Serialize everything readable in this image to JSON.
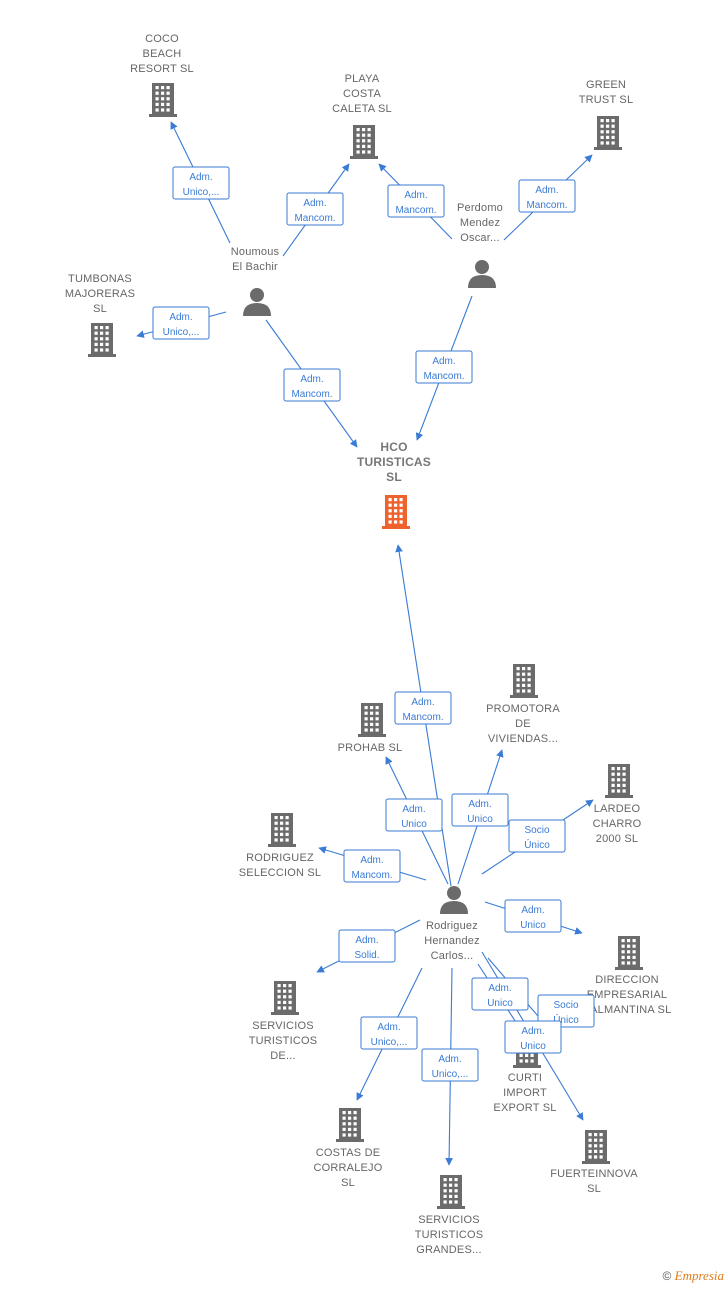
{
  "colors": {
    "edge": "#3a7bd5",
    "company": "#6b6b6b",
    "focus": "#f0622d",
    "person": "#6b6b6b"
  },
  "nodes": [
    {
      "id": "coco",
      "kind": "company",
      "label": [
        "COCO",
        "BEACH",
        "RESORT  SL"
      ],
      "icon": "building-icon"
    },
    {
      "id": "playa",
      "kind": "company",
      "label": [
        "PLAYA",
        "COSTA",
        "CALETA  SL"
      ],
      "icon": "building-icon"
    },
    {
      "id": "green",
      "kind": "company",
      "label": [
        "GREEN",
        "TRUST  SL"
      ],
      "icon": "building-icon"
    },
    {
      "id": "tumbonas",
      "kind": "company",
      "label": [
        "TUMBONAS",
        "MAJORERAS",
        "SL"
      ],
      "icon": "building-icon"
    },
    {
      "id": "noumous",
      "kind": "person",
      "label": [
        "Noumous",
        "El Bachir"
      ],
      "icon": "person-icon"
    },
    {
      "id": "perdomo",
      "kind": "person",
      "label": [
        "Perdomo",
        "Mendez",
        "Oscar..."
      ],
      "icon": "person-icon"
    },
    {
      "id": "hco",
      "kind": "focus",
      "label": [
        "HCO",
        "TURISTICAS",
        "SL"
      ],
      "icon": "building-icon"
    },
    {
      "id": "prohab",
      "kind": "company",
      "label": [
        "PROHAB  SL"
      ],
      "icon": "building-icon"
    },
    {
      "id": "promotora",
      "kind": "company",
      "label": [
        "PROMOTORA",
        "DE",
        "VIVIENDAS..."
      ],
      "icon": "building-icon"
    },
    {
      "id": "lardeo",
      "kind": "company",
      "label": [
        "LARDEO",
        "CHARRO",
        "2000  SL"
      ],
      "icon": "building-icon"
    },
    {
      "id": "rodsel",
      "kind": "company",
      "label": [
        "RODRIGUEZ",
        "SELECCION  SL"
      ],
      "icon": "building-icon"
    },
    {
      "id": "rodriguez",
      "kind": "person",
      "label": [
        "Rodriguez",
        "Hernandez",
        "Carlos..."
      ],
      "icon": "person-icon"
    },
    {
      "id": "direccion",
      "kind": "company",
      "label": [
        "DIRECCION",
        "EMPRESARIAL",
        "SALMANTINA SL"
      ],
      "icon": "building-icon"
    },
    {
      "id": "servde",
      "kind": "company",
      "label": [
        "SERVICIOS",
        "TURISTICOS",
        "DE..."
      ],
      "icon": "building-icon"
    },
    {
      "id": "curti",
      "kind": "company",
      "label": [
        "CURTI",
        "IMPORT",
        "EXPORT  SL"
      ],
      "icon": "building-icon"
    },
    {
      "id": "costas",
      "kind": "company",
      "label": [
        "COSTAS DE",
        "CORRALEJO",
        "SL"
      ],
      "icon": "building-icon"
    },
    {
      "id": "fuerte",
      "kind": "company",
      "label": [
        "FUERTEINNOVA",
        "SL"
      ],
      "icon": "building-icon"
    },
    {
      "id": "servgr",
      "kind": "company",
      "label": [
        "SERVICIOS",
        "TURISTICOS",
        "GRANDES..."
      ],
      "icon": "building-icon"
    }
  ],
  "edges": [
    {
      "from": "noumous",
      "to": "coco",
      "label": [
        "Adm.",
        "Unico,..."
      ]
    },
    {
      "from": "noumous",
      "to": "playa",
      "label": [
        "Adm.",
        "Mancom."
      ]
    },
    {
      "from": "perdomo",
      "to": "playa",
      "label": [
        "Adm.",
        "Mancom."
      ]
    },
    {
      "from": "perdomo",
      "to": "green",
      "label": [
        "Adm.",
        "Mancom."
      ]
    },
    {
      "from": "noumous",
      "to": "tumbonas",
      "label": [
        "Adm.",
        "Unico,..."
      ]
    },
    {
      "from": "noumous",
      "to": "hco",
      "label": [
        "Adm.",
        "Mancom."
      ]
    },
    {
      "from": "perdomo",
      "to": "hco",
      "label": [
        "Adm.",
        "Mancom."
      ]
    },
    {
      "from": "rodriguez",
      "to": "hco",
      "label": [
        "Adm.",
        "Mancom."
      ]
    },
    {
      "from": "rodriguez",
      "to": "prohab",
      "label": [
        "Adm.",
        "Unico"
      ]
    },
    {
      "from": "rodriguez",
      "to": "promotora",
      "label": [
        "Adm.",
        "Unico"
      ]
    },
    {
      "from": "rodriguez",
      "to": "lardeo",
      "label": [
        "Socio",
        "Único"
      ]
    },
    {
      "from": "rodriguez",
      "to": "rodsel",
      "label": [
        "Adm.",
        "Mancom."
      ]
    },
    {
      "from": "rodriguez",
      "to": "direccion",
      "label": [
        "Adm.",
        "Unico"
      ]
    },
    {
      "from": "rodriguez",
      "to": "servde",
      "label": [
        "Adm.",
        "Solid."
      ]
    },
    {
      "from": "rodriguez",
      "to": "curti",
      "label": [
        "Adm.",
        "Unico"
      ]
    },
    {
      "from": "rodriguez",
      "to": "curti",
      "label": [
        "Socio",
        "Único"
      ]
    },
    {
      "from": "rodriguez",
      "to": "fuerte",
      "label": [
        "Adm.",
        "Unico"
      ]
    },
    {
      "from": "rodriguez",
      "to": "costas",
      "label": [
        "Adm.",
        "Unico,..."
      ]
    },
    {
      "from": "rodriguez",
      "to": "servgr",
      "label": [
        "Adm.",
        "Unico,..."
      ]
    }
  ],
  "watermark": {
    "symbol": "©",
    "brand": "Empresia"
  }
}
